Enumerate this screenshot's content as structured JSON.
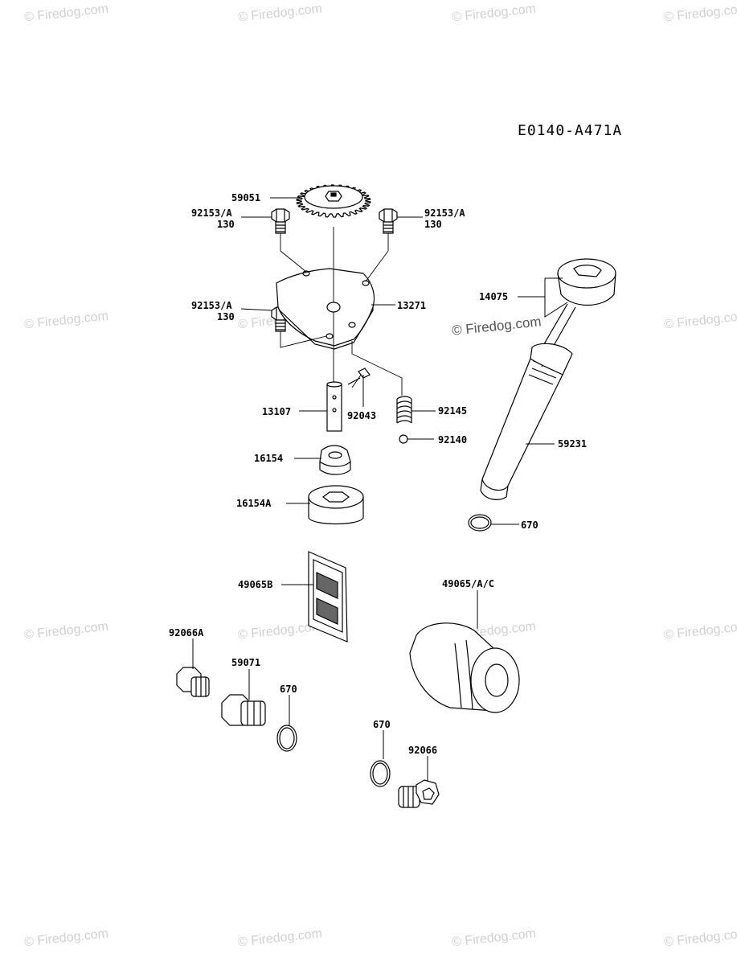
{
  "diagram_code": "E0140-A471A",
  "watermark": "© Firedog.com",
  "watermark_center": "© Firedog.com",
  "parts": {
    "p59051": "59051",
    "p92153a_left": "92153/A",
    "p130_left": "130",
    "p92153a_right": "92153/A",
    "p130_right": "130",
    "p92153a_mid": "92153/A",
    "p130_mid": "130",
    "p13271": "13271",
    "p14075": "14075",
    "p13107": "13107",
    "p92043": "92043",
    "p92145": "92145",
    "p92140": "92140",
    "p59231": "59231",
    "p16154": "16154",
    "p16154a": "16154A",
    "p670_top": "670",
    "p49065b": "49065B",
    "p49065ac": "49065/A/C",
    "p92066a": "92066A",
    "p59071": "59071",
    "p670_left": "670",
    "p670_bottom": "670",
    "p92066": "92066"
  }
}
